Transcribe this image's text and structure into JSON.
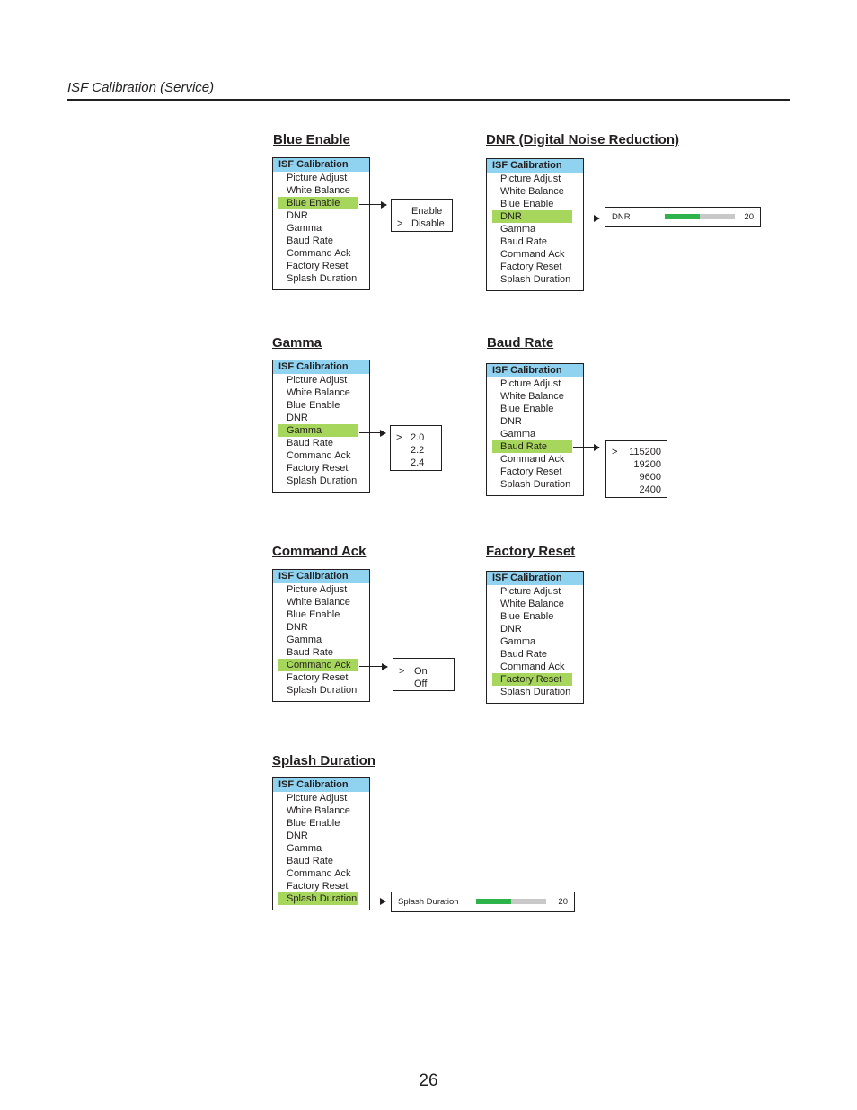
{
  "header": "ISF Calibration (Service)",
  "page_number": "26",
  "menu_title": "ISF Calibration",
  "menu_items": [
    "Picture Adjust",
    "White Balance",
    "Blue Enable",
    "DNR",
    "Gamma",
    "Baud Rate",
    "Command Ack",
    "Factory Reset",
    "Splash Duration"
  ],
  "colors": {
    "menu_header": "#8fd3f0",
    "selected_item": "#a6d65c",
    "bar_fill": "#2eb34a",
    "bar_track": "#c8c8c8"
  },
  "sections": {
    "blue_enable": {
      "title": "Blue Enable",
      "options": [
        "Enable",
        "Disable"
      ],
      "marker": ">",
      "current": "Disable"
    },
    "dnr": {
      "title": "DNR (Digital Noise Reduction)",
      "bar_label": "DNR",
      "value": "20",
      "level": 0.5
    },
    "gamma": {
      "title": "Gamma",
      "options": [
        "2.0",
        "2.2",
        "2.4"
      ],
      "marker": ">",
      "current": "2.0"
    },
    "baud_rate": {
      "title": "Baud Rate",
      "options": [
        "115200",
        "19200",
        "9600",
        "2400"
      ],
      "marker": ">",
      "current": "115200"
    },
    "command_ack": {
      "title": "Command Ack",
      "options": [
        "On",
        "Off"
      ],
      "marker": ">",
      "current": "On"
    },
    "factory_reset": {
      "title": "Factory Reset"
    },
    "splash_duration": {
      "title": "Splash Duration",
      "bar_label": "Splash Duration",
      "value": "20",
      "level": 0.5
    }
  }
}
